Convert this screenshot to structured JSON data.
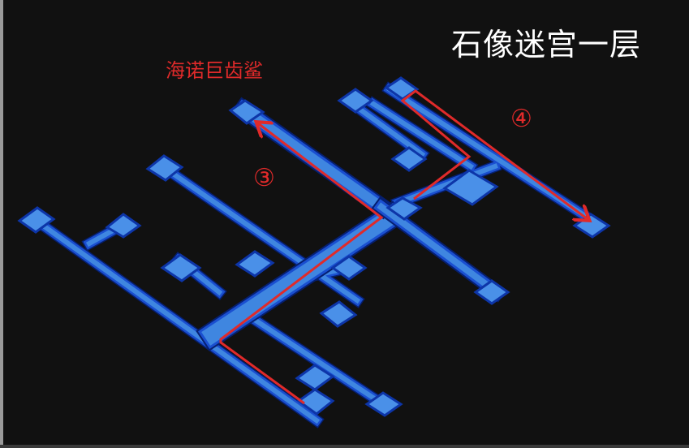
{
  "map": {
    "title": "石像迷宫一层",
    "boss_label": "海诺巨齿鲨",
    "route_markers": [
      {
        "id": "3",
        "label": "③"
      },
      {
        "id": "4",
        "label": "④"
      }
    ],
    "colors": {
      "background": "#111111",
      "floor": "#3f86e0",
      "floor_light": "#5a9cf0",
      "wall": "#0d35a8",
      "wall_dark": "#061f70",
      "route": "#e02a2a",
      "title_text": "#ffffff"
    }
  }
}
